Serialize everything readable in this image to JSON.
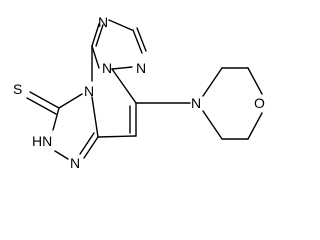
{
  "structure": {
    "atoms": [
      {
        "id": "S",
        "label": "S"
      },
      {
        "id": "N_top",
        "label": "N"
      },
      {
        "id": "N_right_upper",
        "label": "N"
      },
      {
        "id": "N_left_upper",
        "label": "N"
      },
      {
        "id": "N_center",
        "label": "N"
      },
      {
        "id": "N_morpholine",
        "label": "N"
      },
      {
        "id": "O",
        "label": "O"
      },
      {
        "id": "NH",
        "label": "HN"
      },
      {
        "id": "N_bottom",
        "label": "N"
      }
    ]
  }
}
